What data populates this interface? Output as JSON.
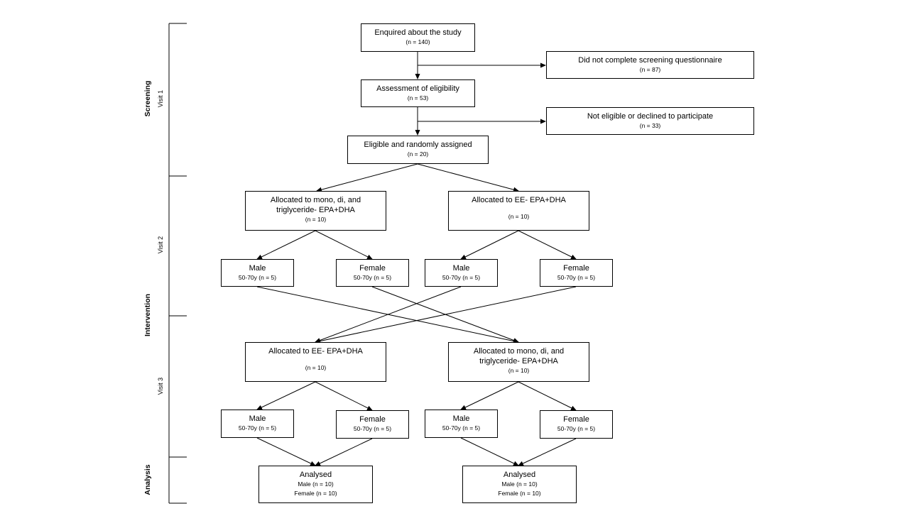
{
  "phases": {
    "screening": "Screening",
    "intervention": "Intervention",
    "analysis": "Analysis"
  },
  "visits": {
    "visit1": "Visit 1",
    "visit2": "Visit 2",
    "visit3": "Visit 3"
  },
  "enquired": {
    "label": "Enquired about the study",
    "n": "(n = 140)"
  },
  "not_complete": {
    "label": "Did not complete screening questionnaire",
    "n": "(n = 87)"
  },
  "assessment": {
    "label": "Assessment of eligibility",
    "n": "(n = 53)"
  },
  "not_eligible": {
    "label": "Not eligible or declined to participate",
    "n": "(n = 33)"
  },
  "randomised": {
    "label": "Eligible and randomly assigned",
    "n": "(n = 20)"
  },
  "visit2_alloc_tg": {
    "line1": "Allocated to mono, di, and",
    "line2": "triglyceride- EPA+DHA",
    "n": "(n = 10)"
  },
  "visit2_alloc_ee": {
    "line1": "Allocated to EE- EPA+DHA",
    "n": "(n = 10)"
  },
  "visit2_tg_male": {
    "label": "Male",
    "sub": "50-70y (n = 5)"
  },
  "visit2_tg_female": {
    "label": "Female",
    "sub": "50-70y (n = 5)"
  },
  "visit2_ee_male": {
    "label": "Male",
    "sub": "50-70y (n = 5)"
  },
  "visit2_ee_female": {
    "label": "Female",
    "sub": "50-70y (n = 5)"
  },
  "visit3_alloc_ee": {
    "line1": "Allocated to EE- EPA+DHA",
    "n": "(n = 10)"
  },
  "visit3_alloc_tg": {
    "line1": "Allocated to mono, di, and",
    "line2": "triglyceride- EPA+DHA",
    "n": "(n = 10)"
  },
  "visit3_ee_male": {
    "label": "Male",
    "sub": "50-70y (n = 5)"
  },
  "visit3_ee_female": {
    "label": "Female",
    "sub": "50-70y (n = 5)"
  },
  "visit3_tg_male": {
    "label": "Male",
    "sub": "50-70y (n = 5)"
  },
  "visit3_tg_female": {
    "label": "Female",
    "sub": "50-70y (n = 5)"
  },
  "analysed_left": {
    "label": "Analysed",
    "male": "Male (n = 10)",
    "female": "Female (n = 10)"
  },
  "analysed_right": {
    "label": "Analysed",
    "male": "Male (n = 10)",
    "female": "Female (n = 10)"
  }
}
